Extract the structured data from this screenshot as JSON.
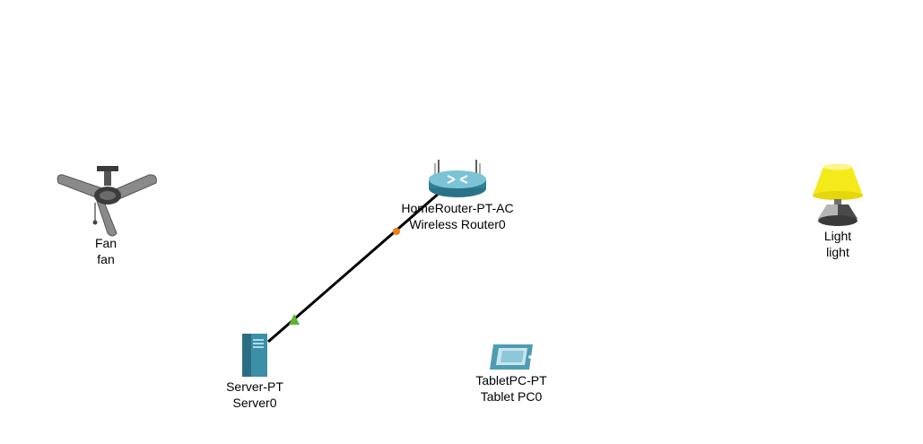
{
  "workspace": {
    "background": "#ffffff"
  },
  "devices": {
    "fan": {
      "model": "Fan",
      "name": "fan",
      "icon": "ceiling-fan-icon"
    },
    "router": {
      "model": "HomeRouter-PT-AC",
      "name": "Wireless Router0",
      "icon": "wireless-router-icon"
    },
    "light": {
      "model": "Light",
      "name": "light",
      "icon": "lamp-icon"
    },
    "server": {
      "model": "Server-PT",
      "name": "Server0",
      "icon": "server-icon"
    },
    "tablet": {
      "model": "TabletPC-PT",
      "name": "Tablet PC0",
      "icon": "tablet-icon"
    }
  },
  "links": [
    {
      "from": "server",
      "to": "router",
      "type": "copper-straight-through",
      "color": "#000000",
      "from_status": {
        "shape": "triangle",
        "color": "#5cb531",
        "state": "up"
      },
      "to_status": {
        "shape": "circle",
        "color": "#f07d14",
        "state": "negotiating"
      }
    }
  ]
}
